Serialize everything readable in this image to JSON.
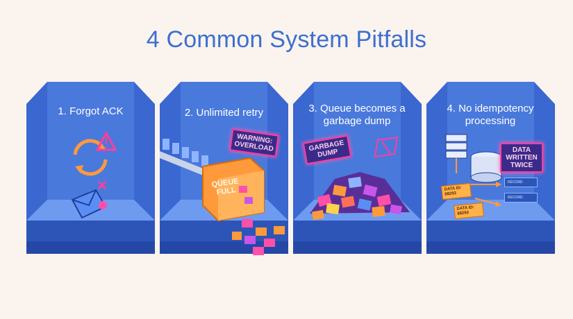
{
  "title": "4 Common System Pitfalls",
  "panels": [
    {
      "label": "1. Forgot ACK"
    },
    {
      "label": "2. Unlimited retry",
      "sign": "WARNING: OVERLOAD",
      "box_text": "QUEUE FULL"
    },
    {
      "label": "3. Queue becomes a garbage dump",
      "sign": "GARBAGE DUMP"
    },
    {
      "label": "4. No idempotency processing",
      "sign": "DATA WRITTEN TWICE",
      "tags": [
        "DATA ID: 88293",
        "DATA ID: 88293"
      ],
      "records": [
        "RECORD",
        "RECORD"
      ]
    }
  ],
  "colors": {
    "title": "#3b6fcf",
    "panel": "#3a67d0",
    "neon": "#ff3e9d",
    "accent": "#ff9a3c"
  }
}
